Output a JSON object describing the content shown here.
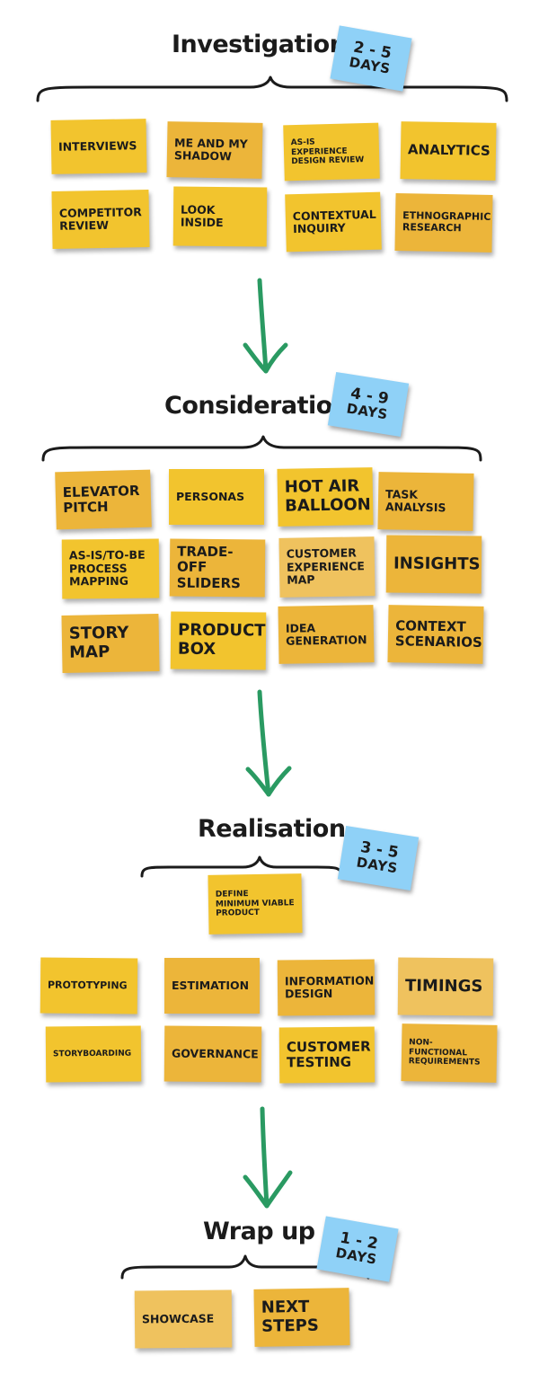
{
  "phases": [
    {
      "title": "Investigation",
      "duration": {
        "range": "2 - 5",
        "unit": "DAYS"
      },
      "activities": [
        "INTERVIEWS",
        "ME AND MY SHADOW",
        "AS-IS EXPERIENCE DESIGN REVIEW",
        "ANALYTICS",
        "COMPETITOR REVIEW",
        "LOOK INSIDE",
        "CONTEXTUAL INQUIRY",
        "ETHNOGRAPHIC RESEARCH"
      ]
    },
    {
      "title": "Consideration",
      "duration": {
        "range": "4 - 9",
        "unit": "DAYS"
      },
      "activities": [
        "ELEVATOR PITCH",
        "PERSONAS",
        "HOT AIR BALLOON",
        "TASK ANALYSIS",
        "AS-IS/TO-BE PROCESS MAPPING",
        "TRADE-OFF SLIDERS",
        "CUSTOMER EXPERIENCE MAP",
        "INSIGHTS",
        "STORY MAP",
        "PRODUCT BOX",
        "IDEA GENERATION",
        "CONTEXT SCENARIOS"
      ]
    },
    {
      "title": "Realisation",
      "duration": {
        "range": "3 - 5",
        "unit": "DAYS"
      },
      "activities": [
        "DEFINE MINIMUM VIABLE PRODUCT",
        "PROTOTYPING",
        "ESTIMATION",
        "INFORMATION DESIGN",
        "TIMINGS",
        "STORYBOARDING",
        "GOVERNANCE",
        "CUSTOMER TESTING",
        "NON-FUNCTIONAL REQUIREMENTS"
      ]
    },
    {
      "title": "Wrap up",
      "duration": {
        "range": "1 - 2",
        "unit": "DAYS"
      },
      "activities": [
        "SHOWCASE",
        "NEXT STEPS"
      ]
    }
  ],
  "colors": {
    "arrow": "#2a9a62",
    "brace": "#1b1b1b",
    "badge": "#8fd1f7",
    "note_yellow": "#f2c42e",
    "note_orange": "#ecb53a",
    "note_light": "#efc25e"
  }
}
